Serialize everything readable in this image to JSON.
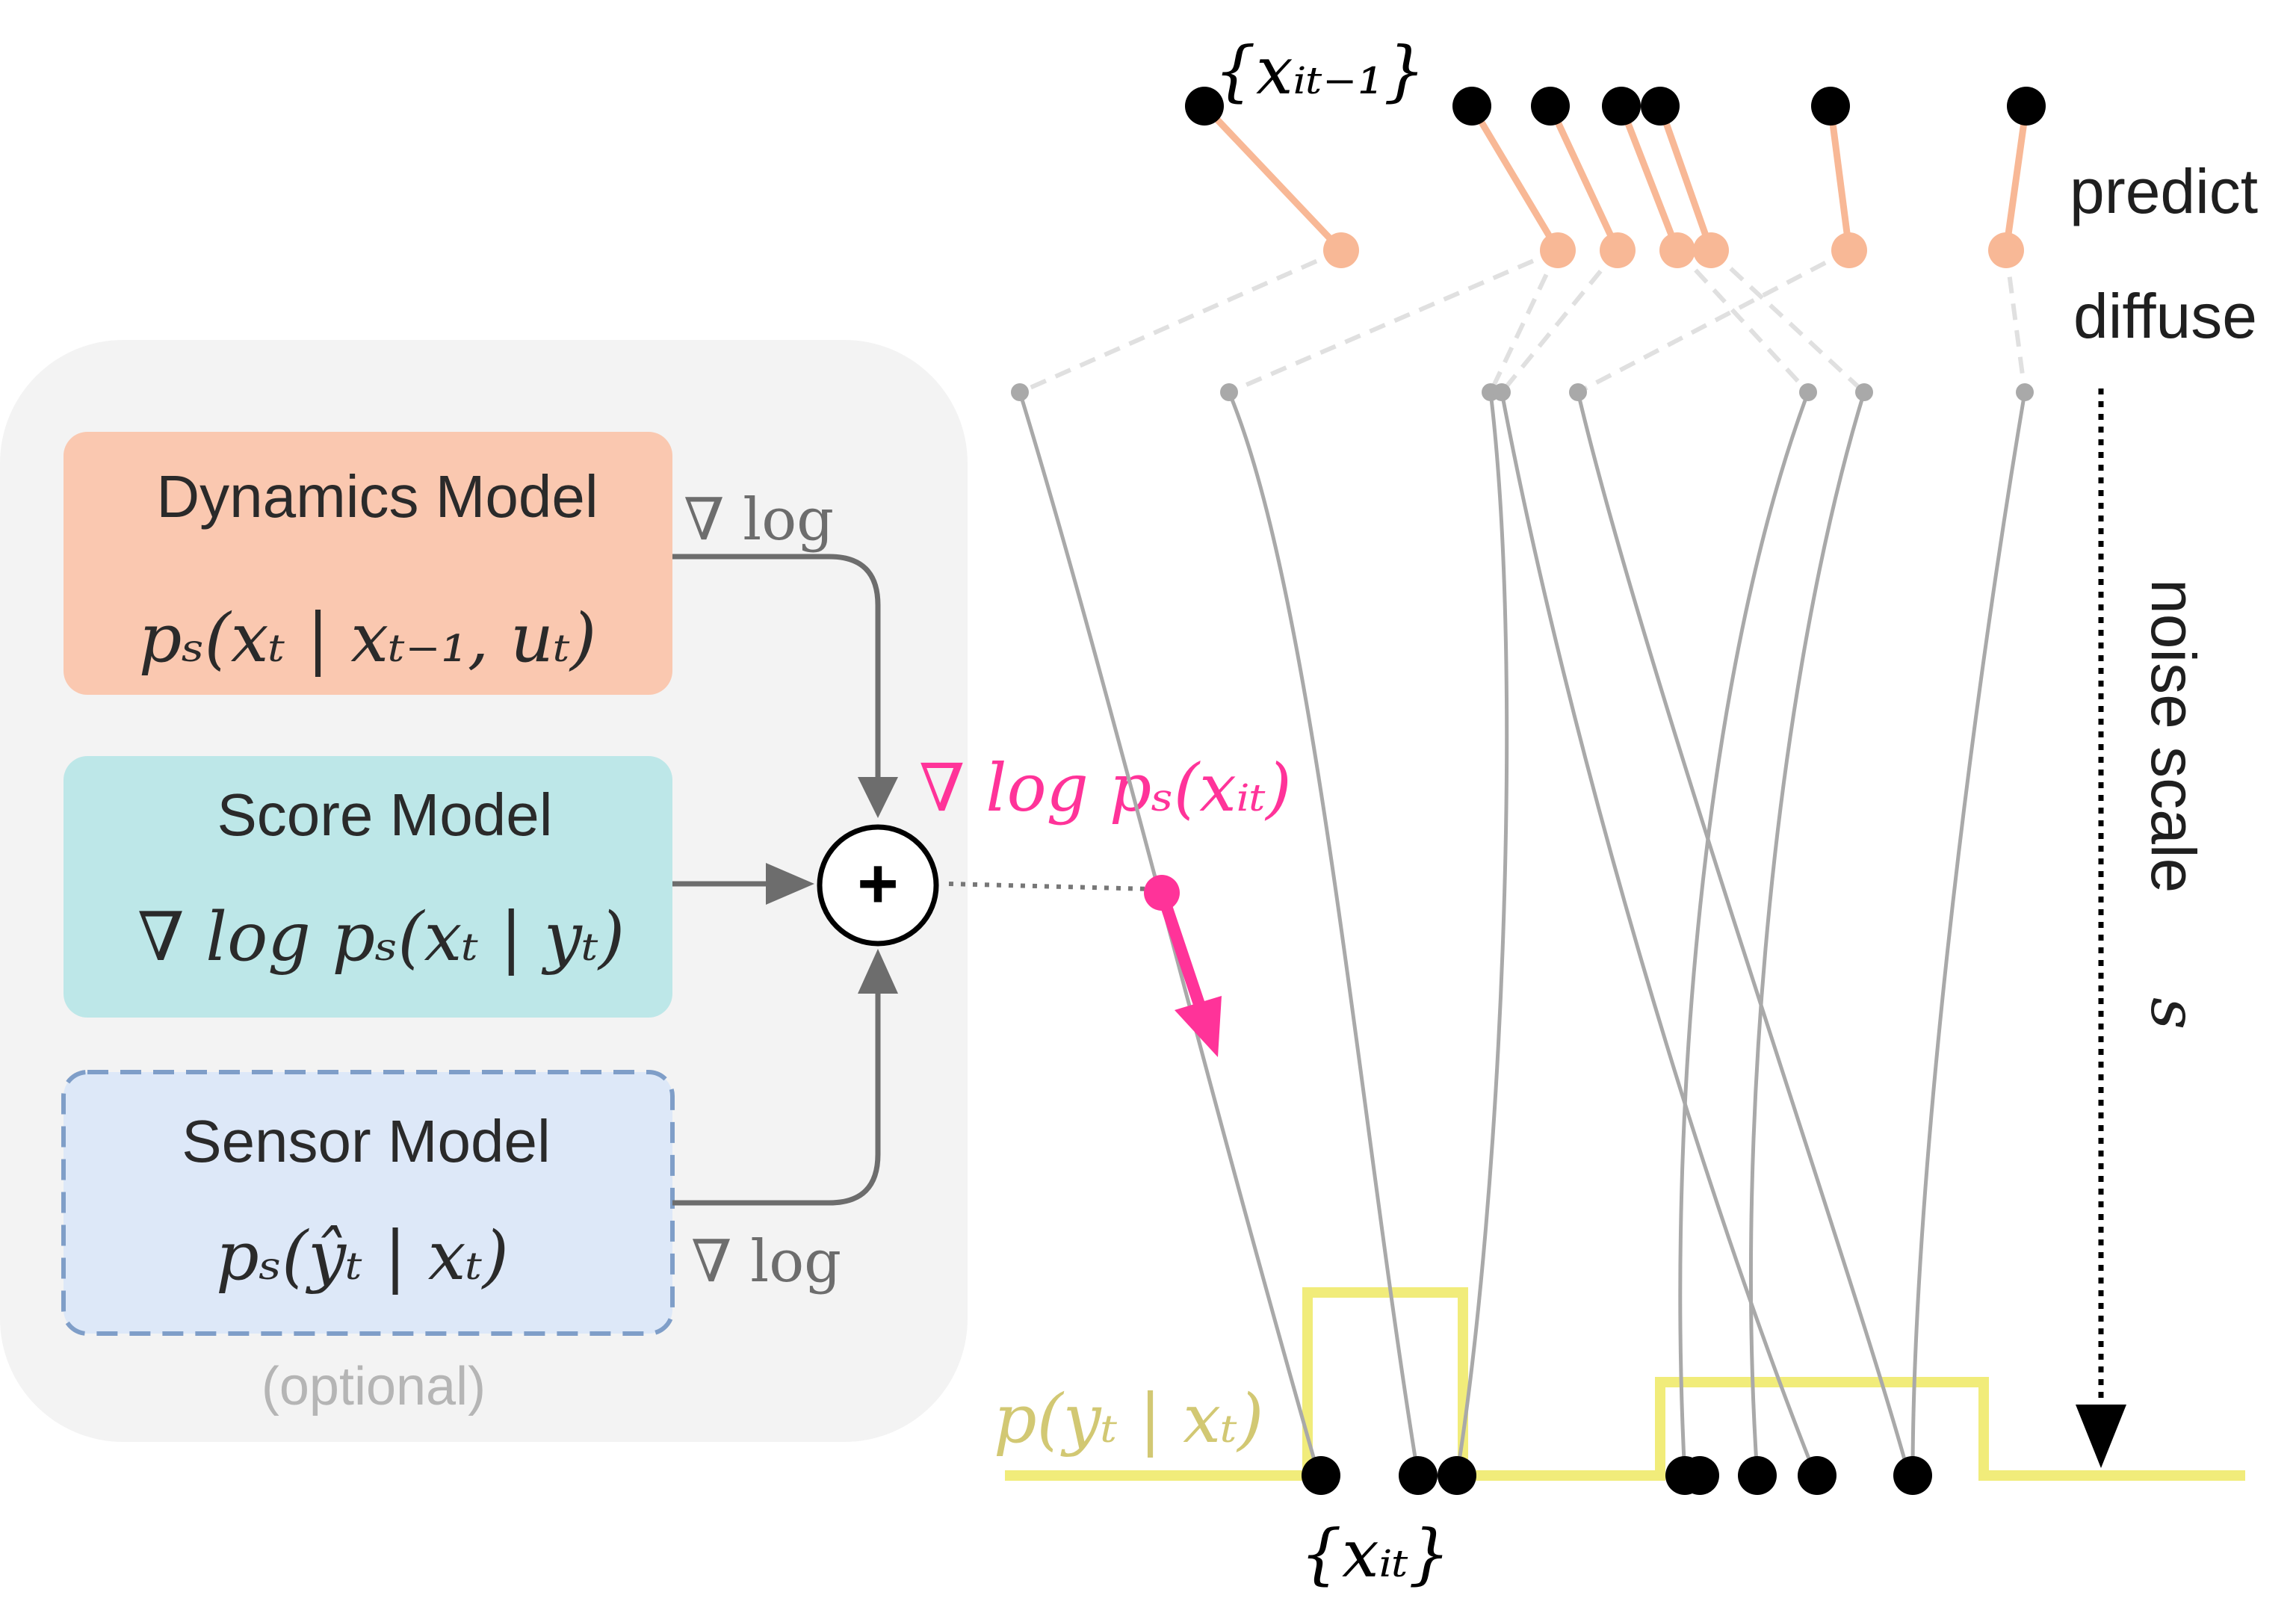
{
  "models": {
    "dynamics": {
      "title": "Dynamics Model",
      "formula": "pₛ(xₜ | xₜ₋₁, uₜ)"
    },
    "score": {
      "title": "Score Model",
      "formula": "∇ log pₛ(xₜ | yₜ)"
    },
    "sensor": {
      "title": "Sensor Model",
      "formula": "pₛ(ŷₜ | xₜ)",
      "note": "(optional)"
    }
  },
  "arrows": {
    "grad_log_top": "∇ log",
    "grad_log_bottom": "∇ log",
    "sum_symbol": "+",
    "combined_score": "∇ log pₛ(xᵢₜ)"
  },
  "particles": {
    "prev_label": "{xᵢₜ₋₁}",
    "curr_label": "{xᵢₜ}",
    "likelihood_label": "p(yₜ | xₜ)"
  },
  "stages": {
    "predict": "predict",
    "diffuse": "diffuse",
    "noise_scale": "noise scale",
    "noise_symbol": "s"
  },
  "colors": {
    "dynamics_fill": "#fac8b0",
    "score_fill": "#bde7e8",
    "sensor_fill": "#dde8f8",
    "sensor_border": "#7f9ec8",
    "panel_fill": "#f3f3f3",
    "predict_color": "#f8b896",
    "score_arrow": "#ff3399",
    "likelihood": "#f1ec7a",
    "trajectory": "#a9a9a9"
  }
}
